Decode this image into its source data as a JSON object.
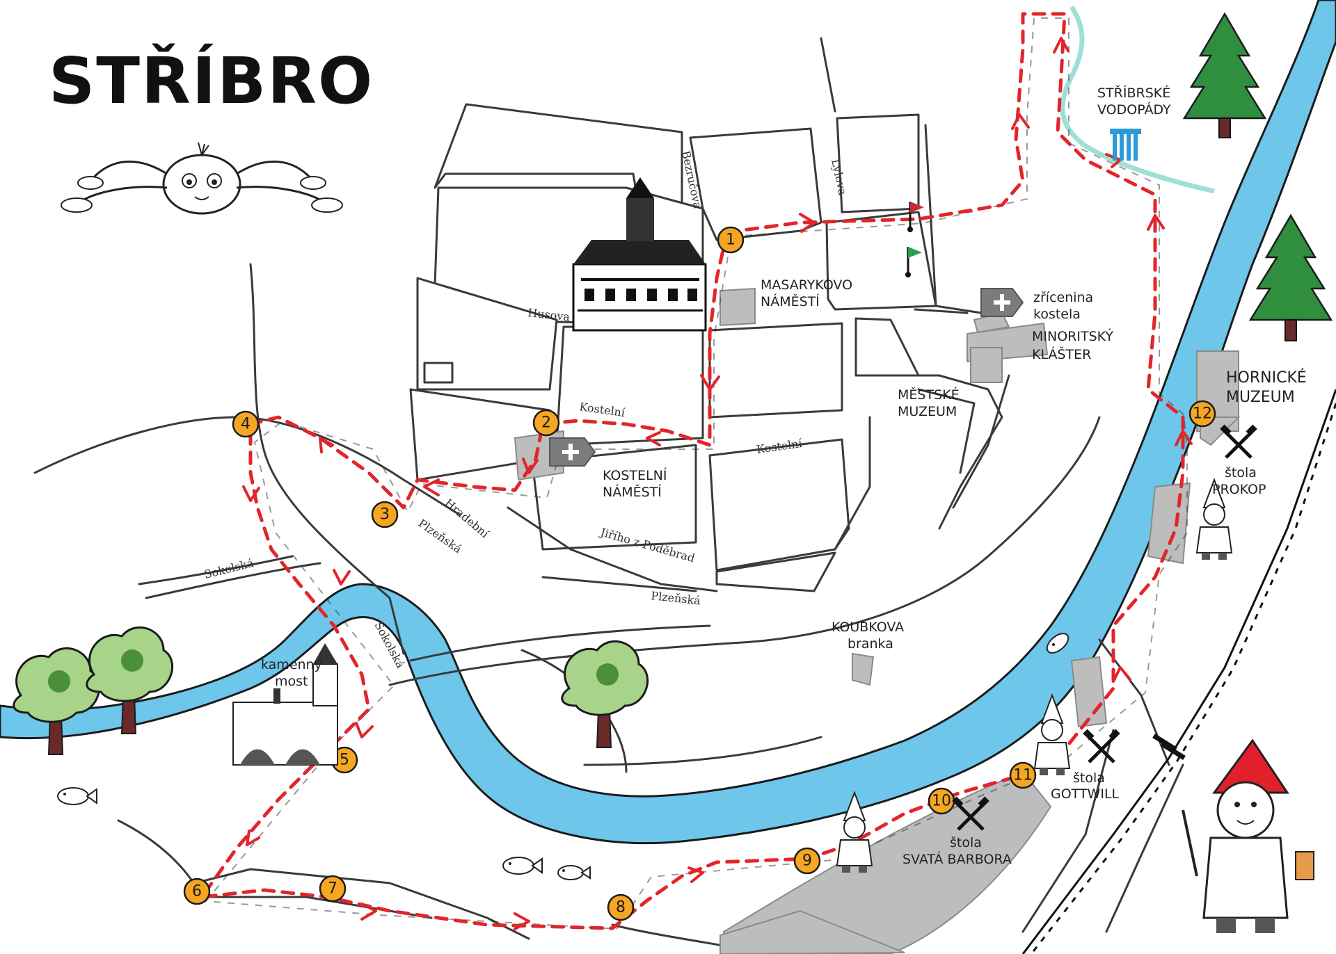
{
  "map": {
    "title": "STŘÍBRO",
    "colors": {
      "river": "#6ec7ea",
      "route": "#e1252b",
      "stop_marker": "#f5a623",
      "building": "#bdbdbd",
      "stream": "#9fe0d6"
    },
    "places": {
      "masarykovo": [
        "MASARYKOVO",
        "NÁMĚSTÍ"
      ],
      "zricenina": [
        "zřícenina",
        "kostela"
      ],
      "minoritsky": [
        "MINORITSKÝ",
        "KLÁŠTER"
      ],
      "mestske": [
        "MĚSTSKÉ",
        "MUZEUM"
      ],
      "hornicke": [
        "HORNICKÉ",
        "MUZEUM"
      ],
      "kostelni_namesti": [
        "KOSTELNÍ",
        "NÁMĚSTÍ"
      ],
      "koubkova": [
        "KOUBKOVA",
        "branka"
      ],
      "kamenny_most": [
        "kamenný",
        "most"
      ],
      "vodopady": [
        "STŘÍBRSKÉ",
        "VODOPÁDY"
      ],
      "stola_prokop": [
        "štola",
        "PROKOP"
      ],
      "stola_gottwill": [
        "štola",
        "GOTTWILL"
      ],
      "stola_barbora": [
        "štola",
        "SVATÁ BARBORA"
      ]
    },
    "streets": {
      "bezrucova": "Bezručova",
      "lylova": "Lylova",
      "husova": "Husova",
      "kostelni_a": "Kostelní",
      "kostelni_b": "Kostelní",
      "hradebni": "Hradební",
      "plzenska_a": "Plzeňská",
      "plzenska_b": "Plzeňská",
      "jiriho": "Jiřího z Poděbrad",
      "sokolska_a": "Sokolská",
      "sokolska_b": "Sokolská"
    },
    "stops": [
      "1",
      "2",
      "3",
      "4",
      "5",
      "6",
      "7",
      "8",
      "9",
      "10",
      "11",
      "12"
    ],
    "icons": [
      "spider-icon",
      "town-hall-icon",
      "church-icon",
      "stone-bridge-icon",
      "tree-icon",
      "pine-tree-icon",
      "fish-icon",
      "waterfall-icon",
      "crossed-hammers-icon",
      "miner-gnome-icon",
      "start-flag-icon",
      "finish-flag-icon",
      "railway-icon"
    ]
  }
}
